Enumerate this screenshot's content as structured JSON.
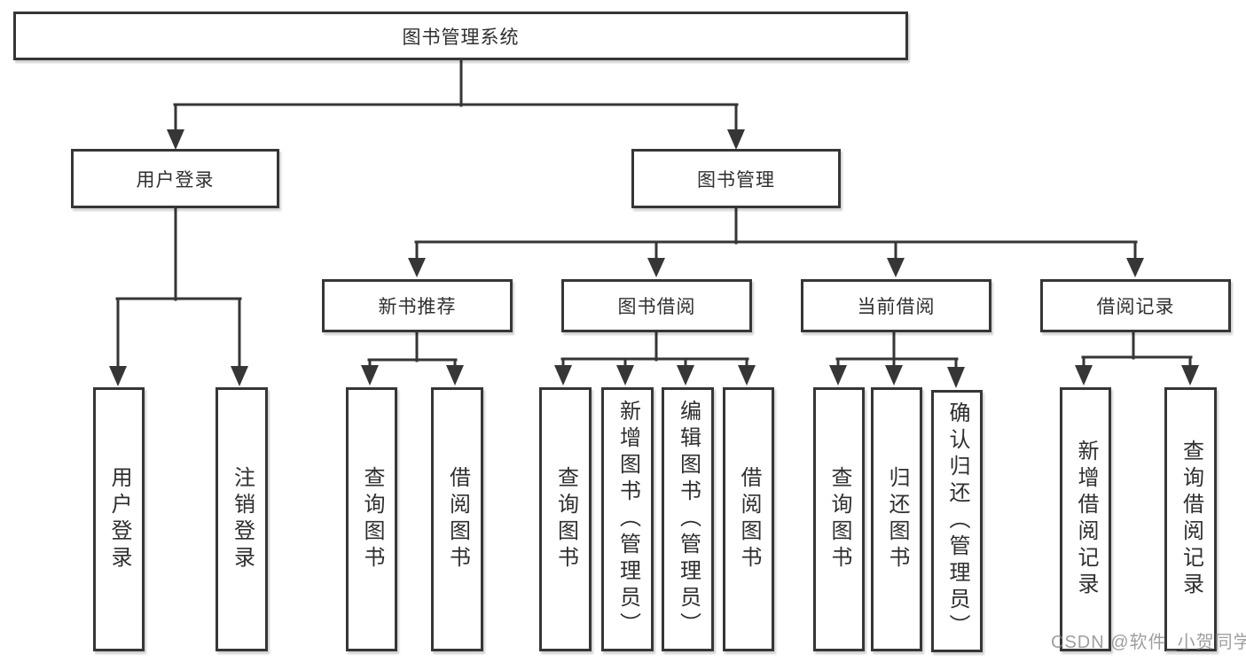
{
  "colors": {
    "line": "#363636",
    "box_border": "#363636",
    "text": "#2f2f2f",
    "background": "#ffffff",
    "watermark": "#878787"
  },
  "tree": {
    "root": {
      "label": "图书管理系统",
      "children": [
        {
          "label": "用户登录",
          "children": [
            {
              "label": "用户登录"
            },
            {
              "label": "注销登录"
            }
          ]
        },
        {
          "label": "图书管理",
          "children": [
            {
              "label": "新书推荐",
              "children": [
                {
                  "label": "查询图书"
                },
                {
                  "label": "借阅图书"
                }
              ]
            },
            {
              "label": "图书借阅",
              "children": [
                {
                  "label": "查询图书"
                },
                {
                  "label": "新增图书（管理员）"
                },
                {
                  "label": "编辑图书（管理员）"
                },
                {
                  "label": "借阅图书"
                }
              ]
            },
            {
              "label": "当前借阅",
              "children": [
                {
                  "label": "查询图书"
                },
                {
                  "label": "归还图书"
                },
                {
                  "label": "确认归还（管理员）"
                }
              ]
            },
            {
              "label": "借阅记录",
              "children": [
                {
                  "label": "新增借阅记录"
                },
                {
                  "label": "查询借阅记录"
                }
              ]
            }
          ]
        }
      ]
    }
  },
  "watermark": {
    "text": "CSDN @软件_小贺同学"
  }
}
